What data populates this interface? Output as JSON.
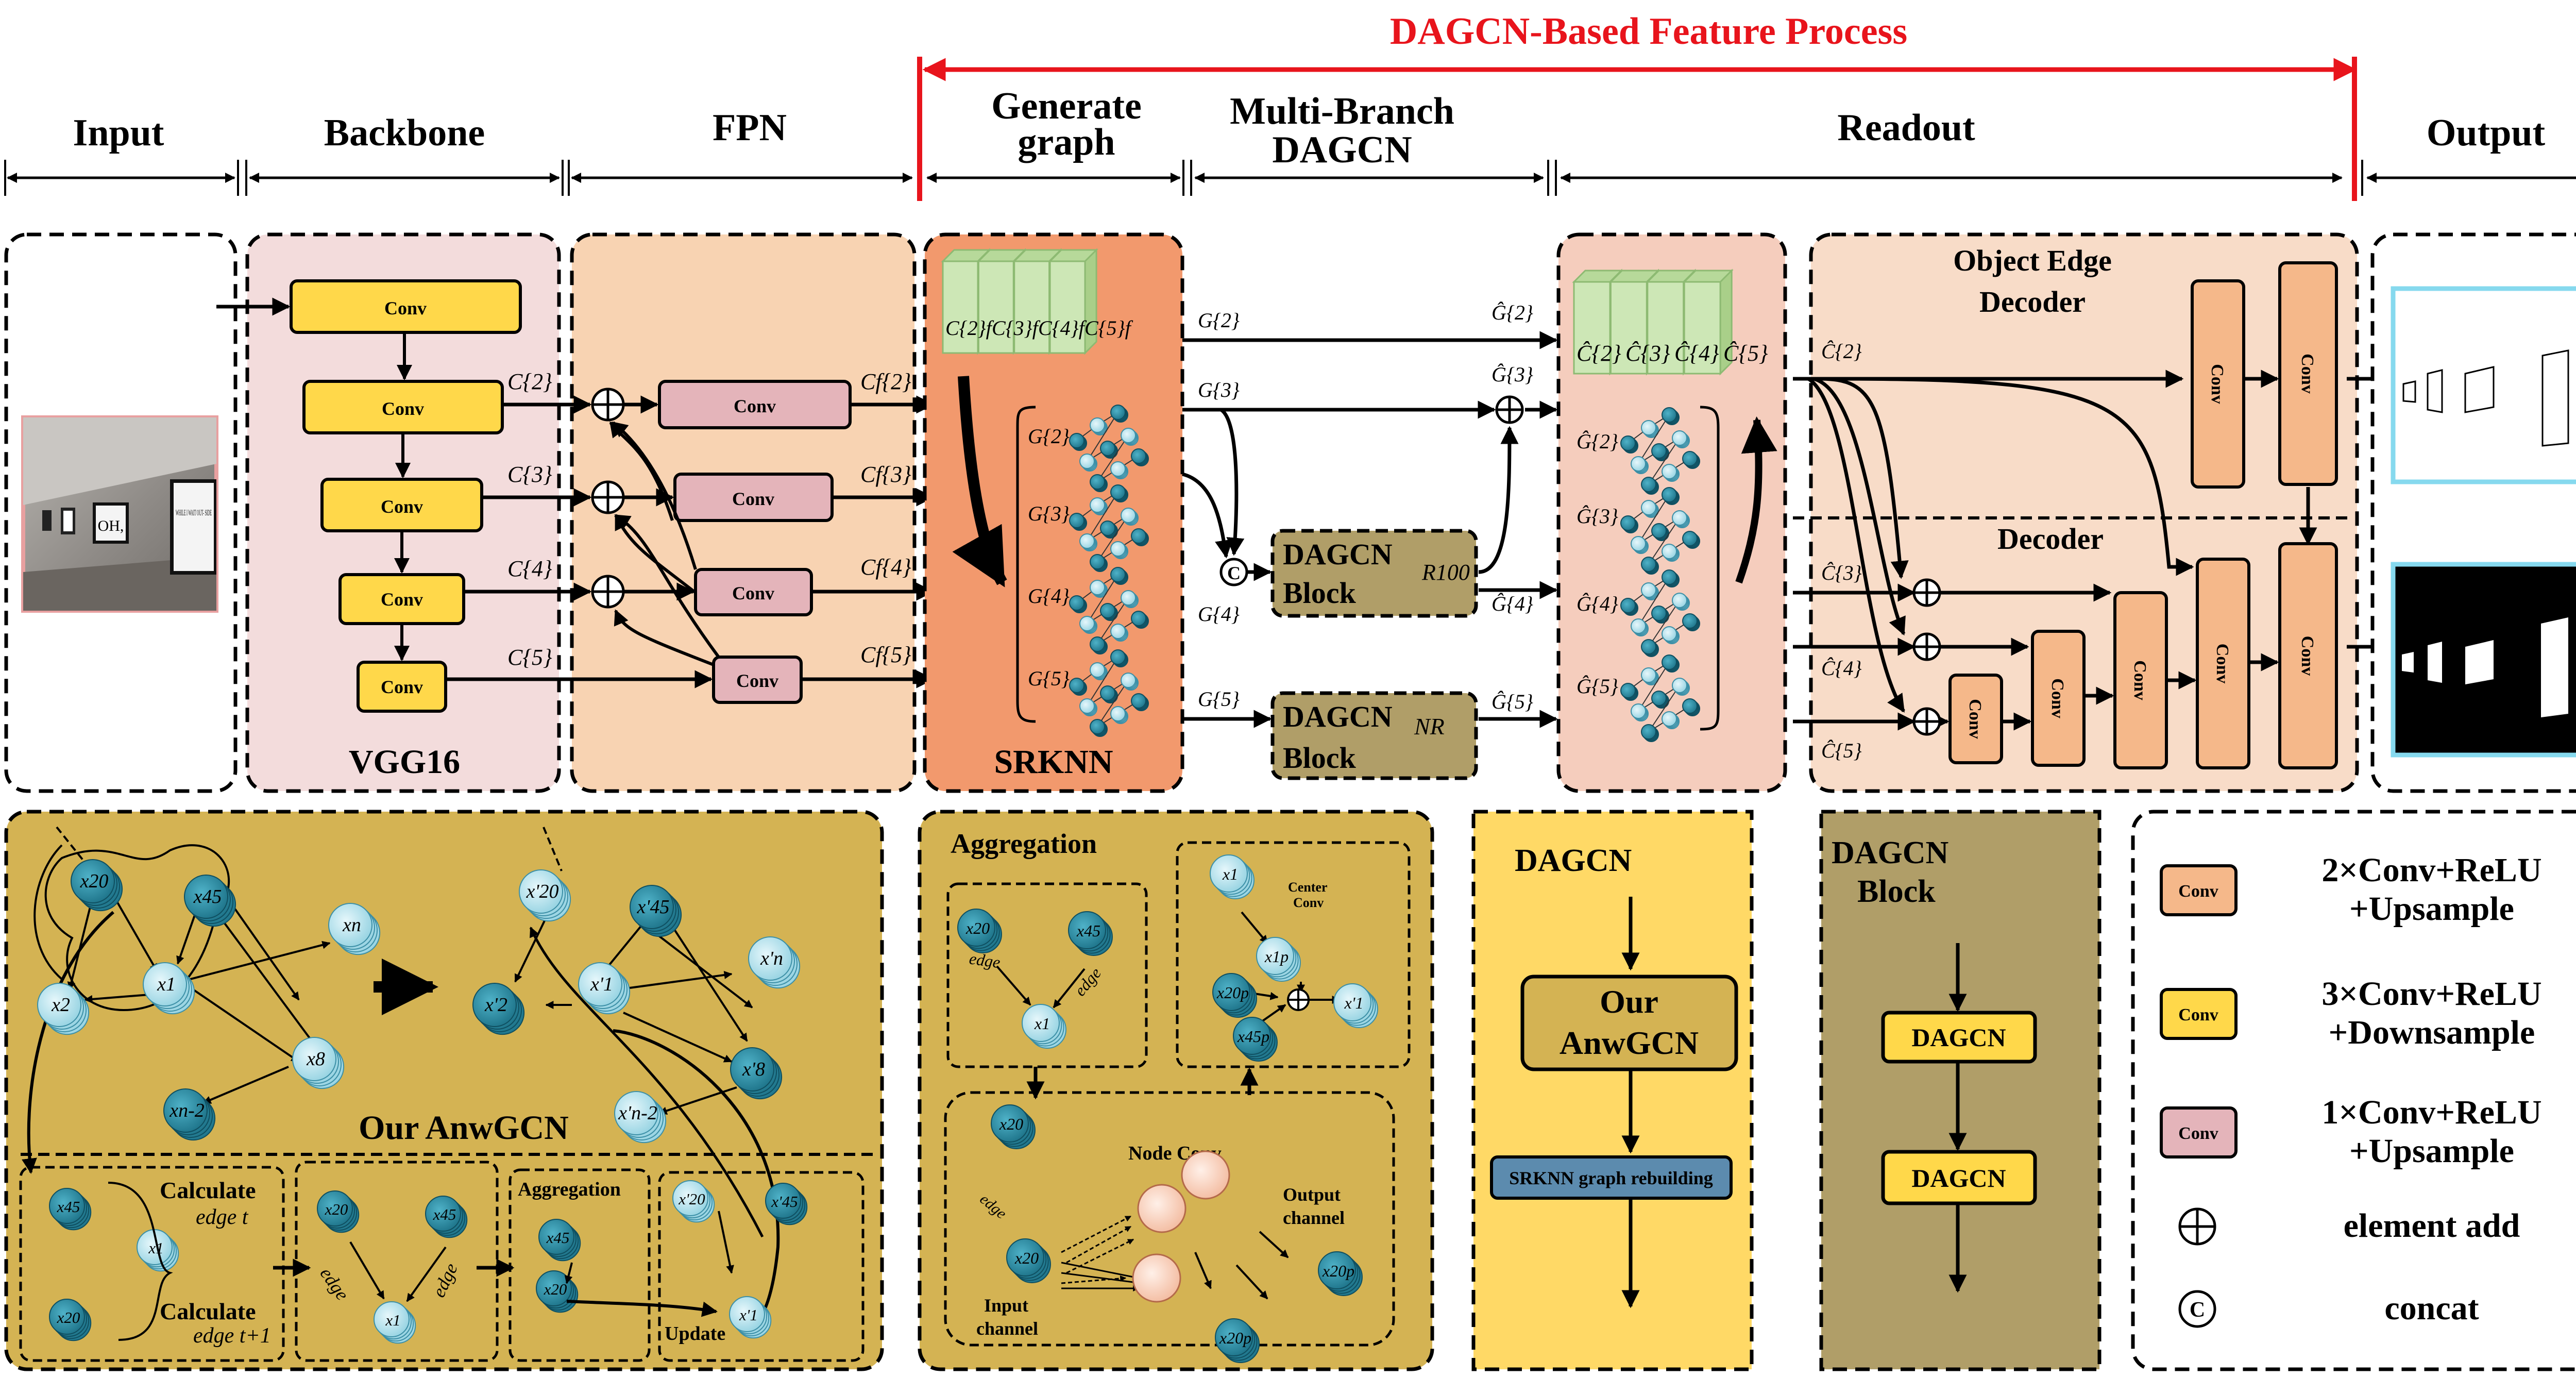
{
  "header": {
    "feature_process_title": "DAGCN-Based Feature Process",
    "stages": [
      "Input",
      "Backbone",
      "FPN",
      "Generate",
      "graph",
      "Multi-Branch",
      "DAGCN",
      "Readout",
      "Output"
    ]
  },
  "backbone": {
    "conv_label": "Conv",
    "footer": "VGG16",
    "levels": [
      "C{2}",
      "C{3}",
      "C{4}",
      "C{5}"
    ]
  },
  "fpn": {
    "conv_label": "Conv",
    "outputs": [
      "Cf{2}",
      "Cf{3}",
      "Cf{4}",
      "Cf{5}"
    ]
  },
  "input_image": {
    "signs": [
      "OH,",
      "WHILE I WAIT OUT- SIDE"
    ]
  },
  "generate": {
    "footer": "SRKNN",
    "feature_labels": [
      "C{2}f",
      "C{3}f",
      "C{4}f",
      "C{5}f"
    ],
    "graph_labels": [
      "G{2}",
      "G{3}",
      "G{4}",
      "G{5}"
    ]
  },
  "multibranch": {
    "inputs": [
      "G{2}",
      "G{3}",
      "G{4}",
      "G{5}"
    ],
    "outputs": [
      "Ĝ{2}",
      "Ĝ{3}",
      "Ĝ{4}",
      "Ĝ{5}"
    ],
    "concat_symbol": "C",
    "block1": {
      "line1": "DAGCN",
      "line2": "Block",
      "sub": "R100"
    },
    "block2": {
      "line1": "DAGCN",
      "line2": "Block",
      "sub": "NR"
    }
  },
  "readout": {
    "feature_labels": [
      "Ĉ{2}",
      "Ĉ{3}",
      "Ĉ{4}",
      "Ĉ{5}"
    ],
    "graph_labels": [
      "Ĝ{2}",
      "Ĝ{3}",
      "Ĝ{4}",
      "Ĝ{5}"
    ],
    "decoder_inputs": [
      "Ĉ{2}",
      "Ĉ{3}",
      "Ĉ{4}",
      "Ĉ{5}"
    ],
    "object_edge_title": [
      "Object Edge",
      "Decoder"
    ],
    "decoder_title": "Decoder",
    "conv_label": "Conv"
  },
  "anwgcn": {
    "title": "Our AnwGCN",
    "nodes_left": [
      "x20",
      "x45",
      "xn",
      "x2",
      "x1",
      "x8",
      "xn-2"
    ],
    "nodes_right": [
      "x'20",
      "x'45",
      "x'n",
      "x'2",
      "x'1",
      "x'8",
      "x'n-2"
    ],
    "calc1": "Calculate",
    "calc1_sub": "edge t",
    "calc2": "Calculate",
    "calc2_sub": "edge t+1",
    "aggregation": "Aggregation",
    "update": "Update"
  },
  "aggregation_panel": {
    "title": "Aggregation",
    "center_conv": [
      "Center",
      "Conv"
    ],
    "node_conv": "Node Conv",
    "output_channel": [
      "Output",
      "channel"
    ],
    "input_channel": [
      "Input",
      "channel"
    ]
  },
  "dagcn_panel": {
    "title": "DAGCN",
    "box": [
      "Our",
      "AnwGCN"
    ],
    "rebuild": "SRKNN graph rebuilding"
  },
  "dagcn_block_panel": {
    "title": [
      "DAGCN",
      "Block"
    ],
    "items": [
      "DAGCN",
      "DAGCN"
    ]
  },
  "legend": {
    "items": [
      {
        "chip": "Conv",
        "color": "#F5B88A",
        "text": [
          "2×Conv+ReLU",
          "+Upsample"
        ]
      },
      {
        "chip": "Conv",
        "color": "#FFD84A",
        "text": [
          "3×Conv+ReLU",
          "+Downsample"
        ]
      },
      {
        "chip": "Conv",
        "color": "#E4B4BA",
        "text": [
          "1×Conv+ReLU",
          "+Upsample"
        ]
      },
      {
        "symbol": "⊕",
        "text": [
          "element add"
        ]
      },
      {
        "symbol": "C",
        "text": [
          "concat"
        ]
      }
    ]
  },
  "colors": {
    "backbone_bg": "#F3DCDC",
    "fpn_bg": "#F8D3B2",
    "srknn_bg": "#F2996D",
    "readout_bg": "#F5CDBD",
    "decoder_bg": "#F8DCC8",
    "bottom_panel": "#D4B353",
    "dagcn_panel": "#FFD966",
    "block_panel": "#B09E68",
    "yellow_conv": "#FFD84A",
    "pink_conv": "#E4B4BA",
    "orange_conv": "#F5B88A",
    "red_line": "#E8141C",
    "node_dark": "#1F7E95",
    "node_light": "#A8DDEA",
    "feature_green": "#CDE7B6"
  }
}
